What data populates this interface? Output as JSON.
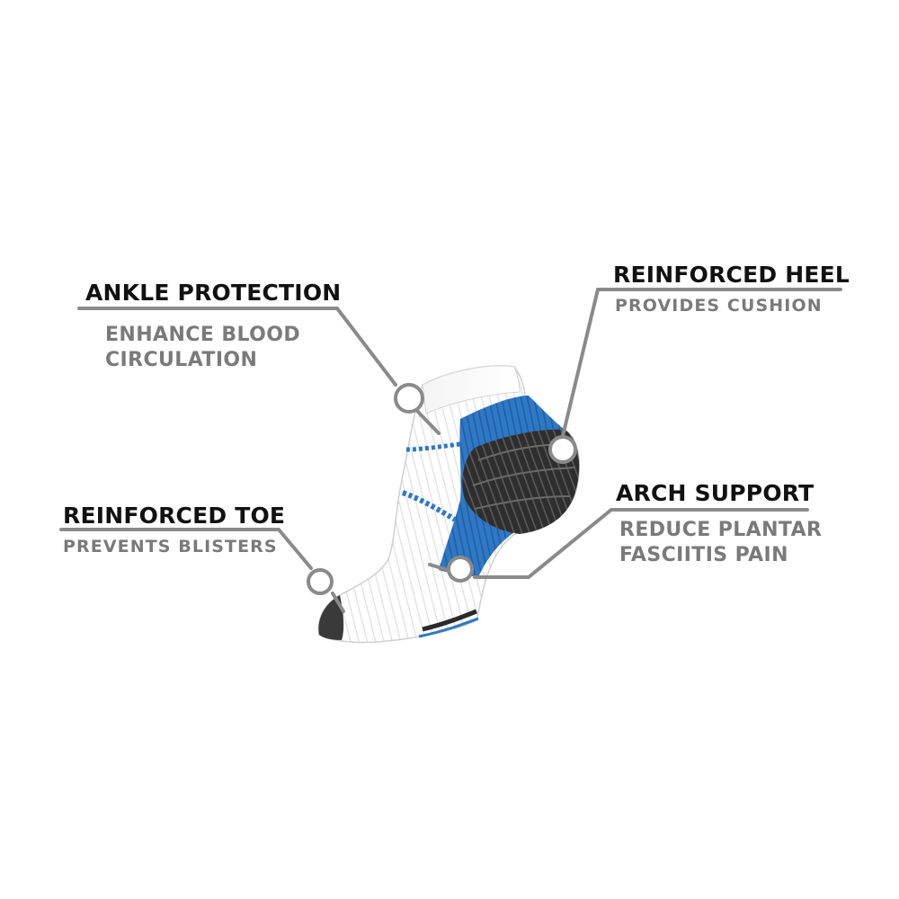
{
  "colors": {
    "background": "#ffffff",
    "title_text": "#111111",
    "subtitle_text": "#7a7a7a",
    "leader_line": "#8a8a8a",
    "sock_white": "#ffffff",
    "sock_blue": "#2f78c4",
    "sock_dark": "#2b2b2b"
  },
  "callouts": {
    "ankle": {
      "title": "ANKLE PROTECTION",
      "subtitle_lines": [
        "ENHANCE BLOOD",
        "CIRCULATION"
      ]
    },
    "heel": {
      "title": "REINFORCED HEEL",
      "subtitle_lines": [
        "PROVIDES CUSHION"
      ]
    },
    "toe": {
      "title": "REINFORCED TOE",
      "subtitle_lines": [
        "PREVENTS BLISTERS"
      ]
    },
    "arch": {
      "title": "ARCH SUPPORT",
      "subtitle_lines": [
        "REDUCE PLANTAR",
        "FASCIITIS PAIN"
      ]
    }
  },
  "illustration": {
    "subject": "compression-ankle-sock-icon"
  }
}
